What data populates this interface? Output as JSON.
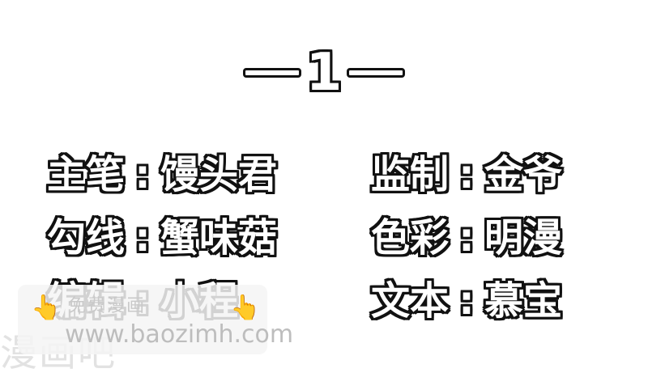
{
  "chapter": {
    "number": "1"
  },
  "credits": [
    {
      "role": "主笔",
      "colon": ":",
      "name": "馒头君"
    },
    {
      "role": "监制",
      "colon": ":",
      "name": "金爷"
    },
    {
      "role": "勾线",
      "colon": ":",
      "name": "蟹味菇"
    },
    {
      "role": "色彩",
      "colon": ":",
      "name": "明漫"
    },
    {
      "role": "编辑",
      "colon": ":",
      "name": "小程"
    },
    {
      "role": "文本",
      "colon": ":",
      "name": "慕宝"
    }
  ],
  "watermark": {
    "title": "免费漫画",
    "url": "www.baozimh.com",
    "big_text": "漫画吧",
    "hand_icon": "pointing-hand-icon"
  }
}
